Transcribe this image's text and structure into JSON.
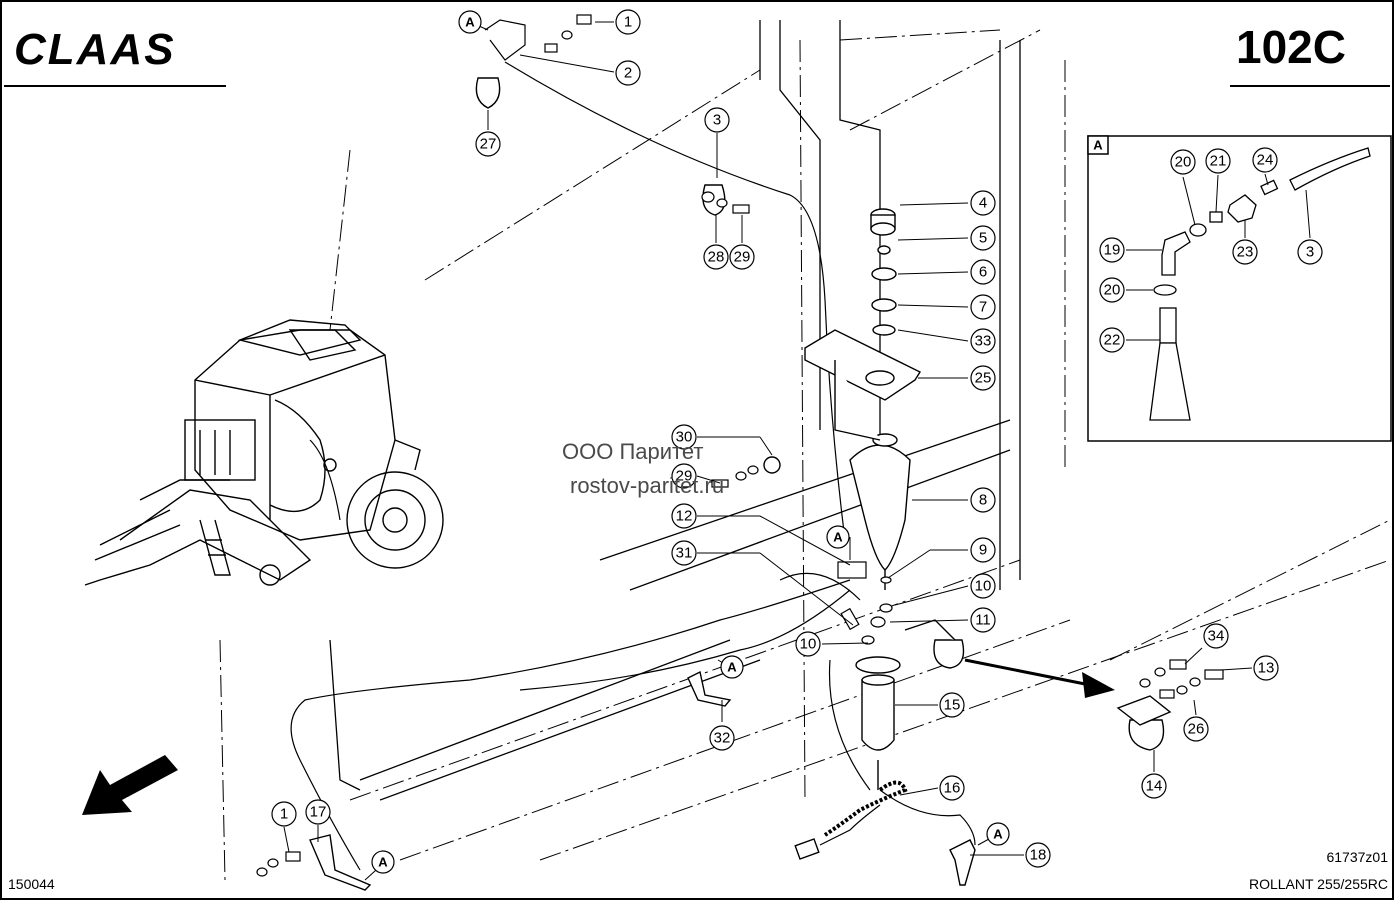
{
  "brand": "CLAAS",
  "page_code": "102C",
  "drawing_number": "61737z01",
  "model": "ROLLANT 255/255RC",
  "page_ref": "150044",
  "watermark": {
    "line1": "ООО Паритет",
    "line2": "rostov-paritet.ru"
  },
  "detail_label": "A",
  "callouts": [
    "1",
    "2",
    "3",
    "4",
    "5",
    "6",
    "7",
    "33",
    "25",
    "8",
    "9",
    "10",
    "11",
    "10",
    "12",
    "31",
    "30",
    "29",
    "27",
    "28",
    "29",
    "15",
    "16",
    "17",
    "1",
    "18",
    "32",
    "34",
    "13",
    "26",
    "14",
    "20",
    "21",
    "24",
    "19",
    "23",
    "3",
    "20",
    "22"
  ],
  "view_tags": [
    "A",
    "A",
    "A",
    "A",
    "A"
  ]
}
